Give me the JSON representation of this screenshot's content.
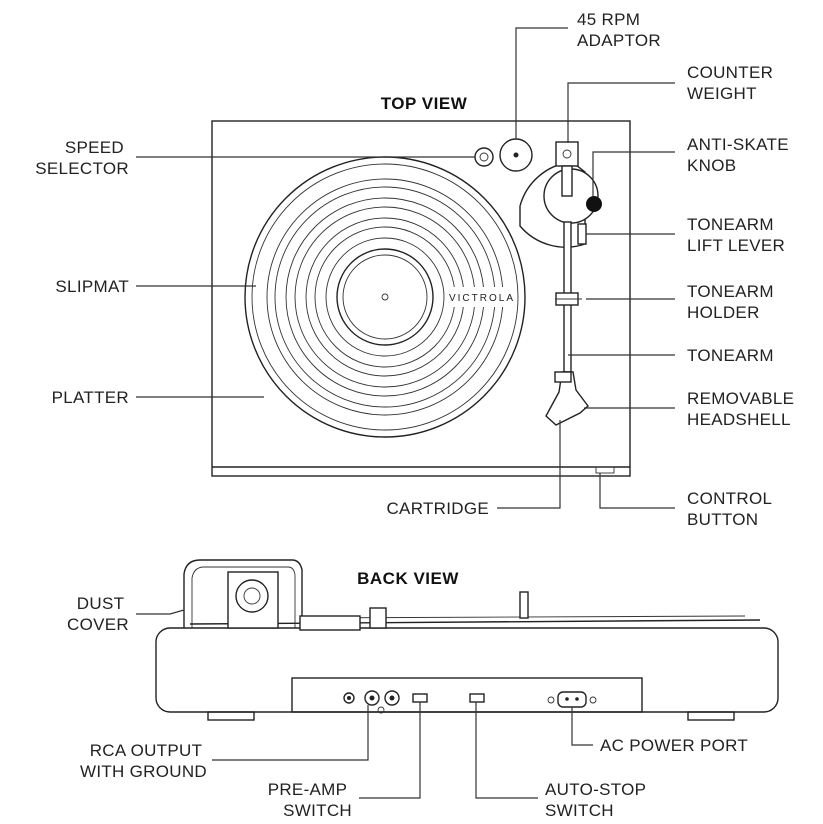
{
  "titles": {
    "top_view": "TOP VIEW",
    "back_view": "BACK VIEW"
  },
  "brand": "VICTROLA",
  "labels": {
    "rpm_adaptor": [
      "45 RPM",
      "ADAPTOR"
    ],
    "counter_weight": [
      "COUNTER",
      "WEIGHT"
    ],
    "speed_selector": [
      "SPEED",
      "SELECTOR"
    ],
    "anti_skate": [
      "ANTI-SKATE",
      "KNOB"
    ],
    "lift_lever": [
      "TONEARM",
      "LIFT LEVER"
    ],
    "slipmat": [
      "SLIPMAT"
    ],
    "tonearm_holder": [
      "TONEARM",
      "HOLDER"
    ],
    "tonearm": [
      "TONEARM"
    ],
    "platter": [
      "PLATTER"
    ],
    "headshell": [
      "REMOVABLE",
      "HEADSHELL"
    ],
    "cartridge": [
      "CARTRIDGE"
    ],
    "control_button": [
      "CONTROL",
      "BUTTON"
    ],
    "dust_cover": [
      "DUST",
      "COVER"
    ],
    "rca_output": [
      "RCA OUTPUT",
      "WITH GROUND"
    ],
    "pre_amp": [
      "PRE-AMP",
      "SWITCH"
    ],
    "auto_stop": [
      "AUTO-STOP",
      "SWITCH"
    ],
    "ac_power": [
      "AC POWER PORT"
    ]
  }
}
